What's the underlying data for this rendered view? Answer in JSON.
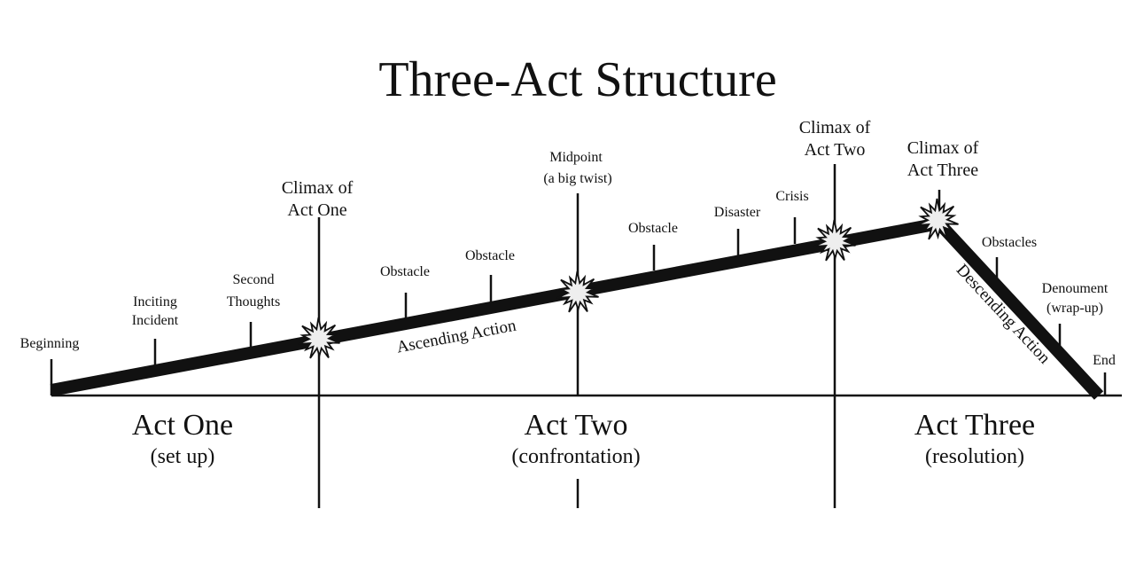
{
  "title": "Three-Act Structure",
  "colors": {
    "ink": "#111111",
    "burst": "#eeeeee",
    "background": "#ffffff"
  },
  "points": {
    "beginning": "Beginning",
    "inciting": [
      "Inciting",
      "Incident"
    ],
    "second_thoughts": [
      "Second",
      "Thoughts"
    ],
    "climax_one": [
      "Climax of",
      "Act One"
    ],
    "obstacle1": "Obstacle",
    "obstacle2": "Obstacle",
    "midpoint": [
      "Midpoint",
      "(a big twist)"
    ],
    "obstacle3": "Obstacle",
    "disaster": "Disaster",
    "crisis": "Crisis",
    "climax_two": [
      "Climax of",
      "Act Two"
    ],
    "climax_three": [
      "Climax of",
      "Act Three"
    ],
    "obstacles": "Obstacles",
    "denouement": [
      "Denoument",
      "(wrap-up)"
    ],
    "end": "End"
  },
  "arcs": {
    "ascending": "Ascending Action",
    "descending": "Descending Action"
  },
  "acts": [
    {
      "name": "Act One",
      "sub": "(set up)"
    },
    {
      "name": "Act Two",
      "sub": "(confrontation)"
    },
    {
      "name": "Act Three",
      "sub": "(resolution)"
    }
  ]
}
